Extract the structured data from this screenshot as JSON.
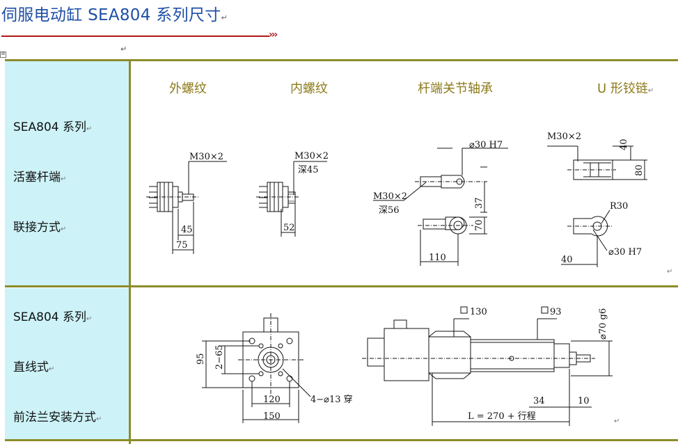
{
  "title": "伺服电动缸 SEA804 系列尺寸",
  "arrows": "›››",
  "para_mark": "↵",
  "anchor_icon": "⊞",
  "row1": {
    "label_lines": [
      "SEA804 系列",
      "活塞杆端",
      "联接方式"
    ],
    "columns": [
      "外螺纹",
      "内螺纹",
      "杆端关节轴承",
      "U 形铰链"
    ]
  },
  "row2": {
    "label_lines": [
      "SEA804 系列",
      "直线式",
      "前法兰安装方式"
    ]
  },
  "dims": {
    "ext_thread": "M30×2",
    "ext_45": "45",
    "ext_75": "75",
    "int_thread": "M30×2",
    "int_depth": "深45",
    "int_52": "52",
    "rod_bore": "⌀30  H7",
    "rod_thread": "M30×2",
    "rod_depth": "深56",
    "rod_37": "37",
    "rod_70": "70",
    "rod_110": "110",
    "u_thread": "M30×2",
    "u_40v": "40",
    "u_80": "80",
    "u_r30": "R30",
    "u_40": "40",
    "u_bore": "⌀30  H7",
    "fl_95": "95",
    "fl_265": "2−65",
    "fl_120": "120",
    "fl_150": "150",
    "fl_holes": "4−⌀13 穿",
    "sq130": "130",
    "sq93": "93",
    "od": "⌀70 g6",
    "d34": "34",
    "d10": "10",
    "length": "L = 270 + 行程"
  }
}
